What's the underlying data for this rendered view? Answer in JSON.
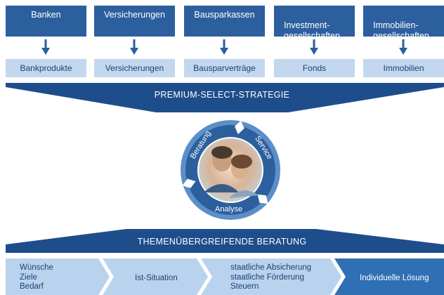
{
  "providers": [
    {
      "label": "Banken"
    },
    {
      "label": "Versicherungen"
    },
    {
      "label": "Bausparkassen"
    },
    {
      "label": "Investment-\ngesellschaften"
    },
    {
      "label": "Immobilien-\ngesellschaften"
    }
  ],
  "products": [
    {
      "label": "Bankprodukte"
    },
    {
      "label": "Versicherungen"
    },
    {
      "label": "Bausparverträge"
    },
    {
      "label": "Fonds"
    },
    {
      "label": "Immobilien"
    }
  ],
  "strategy_band": {
    "label": "PREMIUM-SELECT-STRATEGIE"
  },
  "cycle": {
    "segments": [
      "Beratung",
      "Service",
      "Analyse"
    ]
  },
  "advice_band": {
    "label": "THEMENÜBERGREIFENDE BERATUNG"
  },
  "process_steps": [
    {
      "lines": [
        "Wünsche",
        "Ziele",
        "Bedarf"
      ]
    },
    {
      "lines": [
        "Ist-Situation"
      ]
    },
    {
      "lines": [
        "staatliche Absicherung",
        "staatliche Förderung",
        "Steuern"
      ]
    },
    {
      "lines": [
        "Individuelle Lösung"
      ]
    }
  ],
  "colors": {
    "primary": "#2c5f9e",
    "band": "#1e4d8c",
    "light": "#c3d8ef",
    "step_light": "#b9d3ee",
    "step_dark": "#2f6fb4",
    "text_dark": "#1f3f72"
  }
}
